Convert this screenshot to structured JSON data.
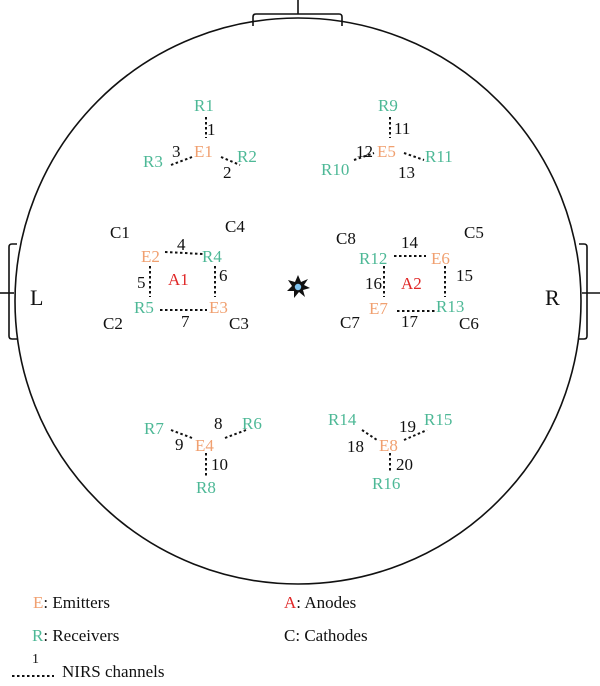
{
  "colors": {
    "emitter": "#f0a070",
    "receiver": "#4db896",
    "anode": "#e02828",
    "cathode": "#111111",
    "channel": "#111111",
    "head": "#111111"
  },
  "head_labels": {
    "left": "L",
    "right": "R"
  },
  "icons": {
    "center": "reference-star-icon"
  },
  "emitters": [
    "E1",
    "E2",
    "E3",
    "E4",
    "E5",
    "E6",
    "E7",
    "E8"
  ],
  "receivers": [
    "R1",
    "R2",
    "R3",
    "R4",
    "R5",
    "R6",
    "R7",
    "R8",
    "R9",
    "R10",
    "R11",
    "R12",
    "R13",
    "R14",
    "R15",
    "R16"
  ],
  "anodes": [
    "A1",
    "A2"
  ],
  "cathodes": [
    "C1",
    "C2",
    "C3",
    "C4",
    "C5",
    "C6",
    "C7",
    "C8"
  ],
  "channels": [
    "1",
    "2",
    "3",
    "4",
    "5",
    "6",
    "7",
    "8",
    "9",
    "10",
    "11",
    "12",
    "13",
    "14",
    "15",
    "16",
    "17",
    "18",
    "19",
    "20"
  ],
  "legend": {
    "emitters": {
      "key": "E",
      "text": ": Emitters"
    },
    "receivers": {
      "key": "R",
      "text": ": Receivers"
    },
    "anodes": {
      "key": "A",
      "text": ": Anodes"
    },
    "cathodes": {
      "key": "C",
      "text": ": Cathodes"
    },
    "channels": {
      "key": "1",
      "text": "NIRS channels"
    }
  }
}
